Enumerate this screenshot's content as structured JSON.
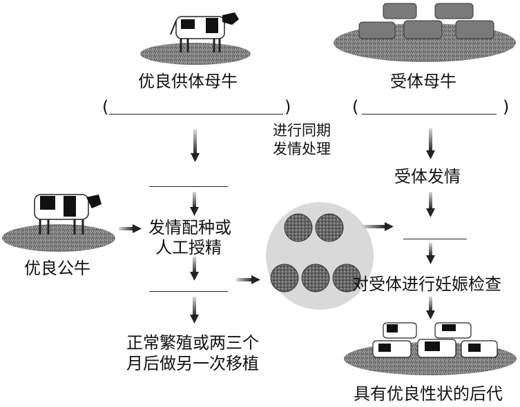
{
  "labels": {
    "donor_cow": "优良供体母牛",
    "recipient_cow": "受体母牛",
    "sync_line1": "进行同期",
    "sync_line2": "发情处理",
    "recipient_estrus": "受体发情",
    "bull": "优良公牛",
    "mating_line1": "发情配种或",
    "mating_line2": "人工授精",
    "pregnancy_check": "对受体进行妊娠检查",
    "rebreed_line1": "正常繁殖或两三个",
    "rebreed_line2": "月后做另一次移植",
    "offspring": "具有优良性状的后代"
  },
  "parens": {
    "open": "(",
    "close": ")"
  },
  "colors": {
    "ink": "#111111",
    "arrow": "#222222",
    "pasture": "#8a8a8a",
    "embryo_bg": "#d9d9d9"
  },
  "icons": [
    "cow-icon",
    "cow-herd-icon",
    "embryo-icon",
    "arrow-down-icon",
    "arrow-right-icon"
  ]
}
